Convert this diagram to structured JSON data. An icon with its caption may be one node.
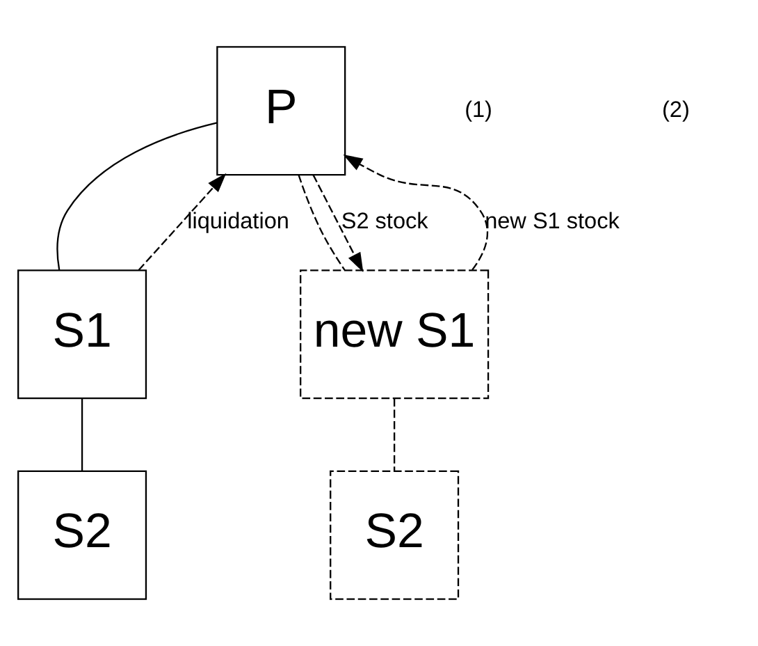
{
  "diagram": {
    "nodes": [
      {
        "text": [
          "P"
        ]
      },
      {
        "text": [
          "S1"
        ]
      },
      {
        "text": [
          "S2"
        ]
      },
      {
        "text": [
          "new S1"
        ]
      },
      {
        "text": [
          "S2"
        ]
      }
    ],
    "edges": [
      {
        "from": 0,
        "to": 1,
        "arrow": "none"
      },
      {
        "from": 1,
        "to": 0,
        "arrow": "to",
        "style": "dashed",
        "label": "liquidation"
      },
      {
        "from": 1,
        "to": 2,
        "arrow": "none"
      },
      {
        "from": 0,
        "to": 3,
        "arrow": "none",
        "style": "dashed"
      },
      {
        "from": 3,
        "to": 0,
        "arrow": "to",
        "style": "dashed",
        "label": "new S1 stock"
      },
      {
        "from": 0,
        "to": 3,
        "arrow": "to",
        "style": "dashed",
        "label": "S2 stock"
      },
      {
        "from": 3,
        "to": 4,
        "arrow": "none",
        "style": "dashed"
      }
    ],
    "labels": [
      "(1)",
      "(2)"
    ]
  }
}
